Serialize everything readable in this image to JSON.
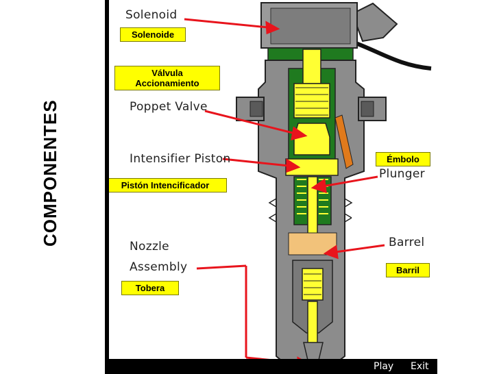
{
  "side_title": "COMPONENTES",
  "english_labels": {
    "solenoid": "Solenoid",
    "poppet_valve": "Poppet Valve",
    "intensifier_piston": "Intensifier Piston",
    "plunger": "Plunger",
    "nozzle": "Nozzle",
    "assembly": "Assembly",
    "barrel": "Barrel"
  },
  "spanish_labels": {
    "solenoide": "Solenoide",
    "valvula_line1": "Válvula",
    "valvula_line2": "Accionamiento",
    "embolo": "Émbolo",
    "piston": "Pistón Intencificador",
    "barril": "Barril",
    "tobera": "Tobera"
  },
  "controls": {
    "play": "Play",
    "exit": "Exit"
  },
  "colors": {
    "accent_yellow": "#ffff00",
    "arrow_red": "#e8141c",
    "body_gray": "#8c8c8c",
    "solenoid_green": "#1f7a1f"
  }
}
